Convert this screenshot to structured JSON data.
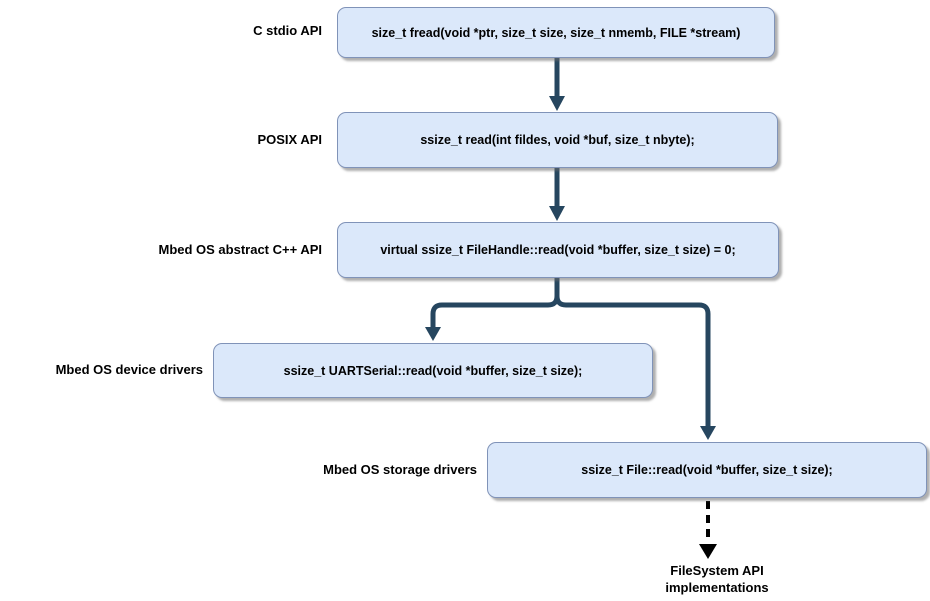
{
  "diagram": {
    "rows": [
      {
        "label": "C stdio API",
        "code": "size_t fread(void *ptr, size_t size, size_t nmemb, FILE *stream)"
      },
      {
        "label": "POSIX API",
        "code": "ssize_t read(int fildes, void *buf, size_t nbyte);"
      },
      {
        "label": "Mbed OS abstract C++ API",
        "code": "virtual ssize_t FileHandle::read(void *buffer, size_t size) = 0;"
      },
      {
        "label": "Mbed OS device drivers",
        "code": "ssize_t UARTSerial::read(void *buffer, size_t size);"
      },
      {
        "label": "Mbed OS storage drivers",
        "code": "ssize_t File::read(void *buffer, size_t size);"
      }
    ],
    "footer": {
      "line1": "FileSystem API",
      "line2": "implementations"
    },
    "colors": {
      "box_fill": "#dbe8fa",
      "box_border": "#8093b8",
      "arrow": "#26465f",
      "dashed_arrow": "#000000",
      "background": "#ffffff",
      "text": "#000000"
    }
  }
}
